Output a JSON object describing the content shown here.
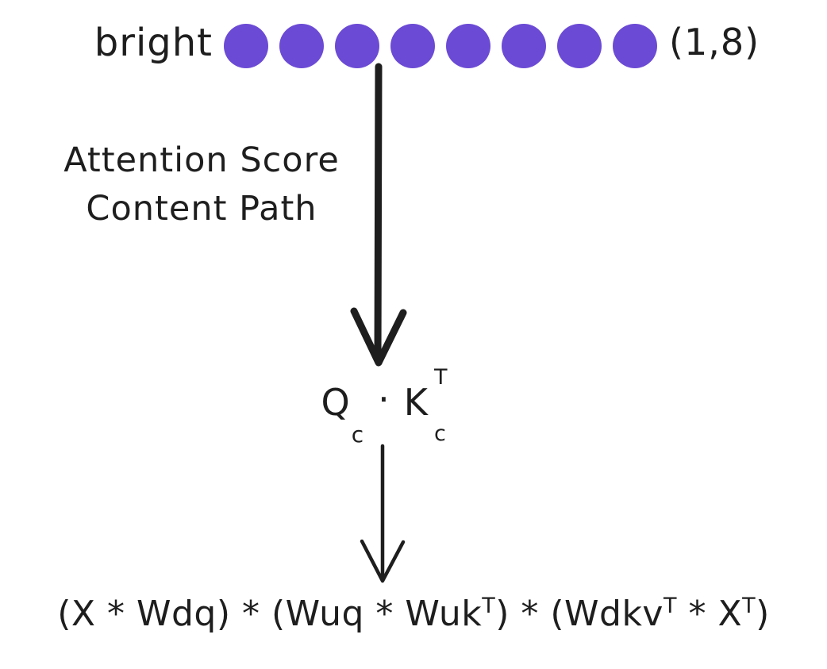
{
  "colors": {
    "ink": "#1e1e1e",
    "circle_fill": "#6b4ad5"
  },
  "token_row": {
    "label": "bright",
    "num_circles": 8,
    "shape_label": "(1,8)"
  },
  "annotation": {
    "line1": "Attention Score",
    "line2": "Content Path"
  },
  "middle_formula": {
    "lhs_base": "Q",
    "lhs_sub": "c",
    "operator": "·",
    "rhs_base": "K",
    "rhs_sup": "T",
    "rhs_sub": "c"
  },
  "bottom_formula": {
    "segments": [
      {
        "text": "(X * Wdq) * (Wuq * Wuk",
        "sup": false
      },
      {
        "text": "T",
        "sup": true
      },
      {
        "text": ") * (Wdkv",
        "sup": false
      },
      {
        "text": "T",
        "sup": true
      },
      {
        "text": " * X",
        "sup": false
      },
      {
        "text": "T",
        "sup": true
      },
      {
        "text": ")",
        "sup": false
      }
    ]
  }
}
